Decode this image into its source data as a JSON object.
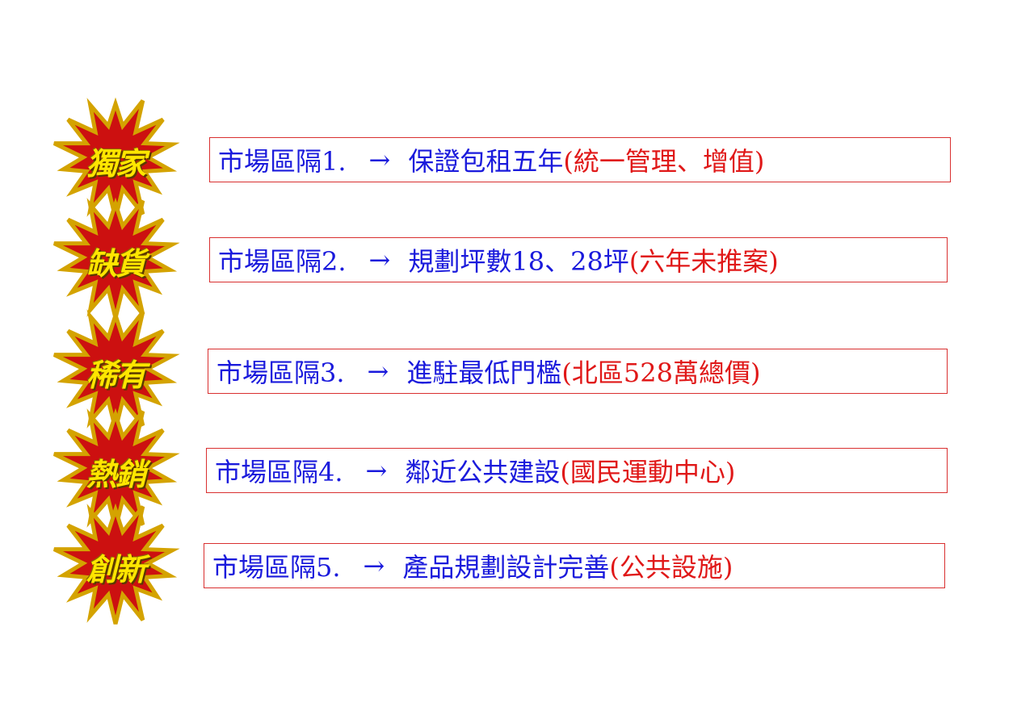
{
  "rows": [
    {
      "badge": "獨家",
      "prefix": "市場區隔1.",
      "arrow": "→",
      "main": "保證包租五年",
      "note": "(統一管理、增值)"
    },
    {
      "badge": "缺貨",
      "prefix": "市場區隔2.",
      "arrow": "→",
      "main": "規劃坪數18、28坪",
      "note": "(六年未推案)"
    },
    {
      "badge": "稀有",
      "prefix": "市場區隔3.",
      "arrow": "→",
      "main": "進駐最低門檻",
      "note": "(北區528萬總價)"
    },
    {
      "badge": "熱銷",
      "prefix": "市場區隔4.",
      "arrow": "→",
      "main": "鄰近公共建設",
      "note": "(國民運動中心)"
    },
    {
      "badge": "創新",
      "prefix": "市場區隔5.",
      "arrow": "→",
      "main": "產品規劃設計完善",
      "note": "(公共設施)"
    }
  ],
  "colors": {
    "star_red": "#cc1010",
    "star_gold": "#d4a300",
    "badge_text": "#ffe600",
    "box_border": "#d93030",
    "lead_text": "#1a1adc",
    "note_text": "#e01818"
  }
}
